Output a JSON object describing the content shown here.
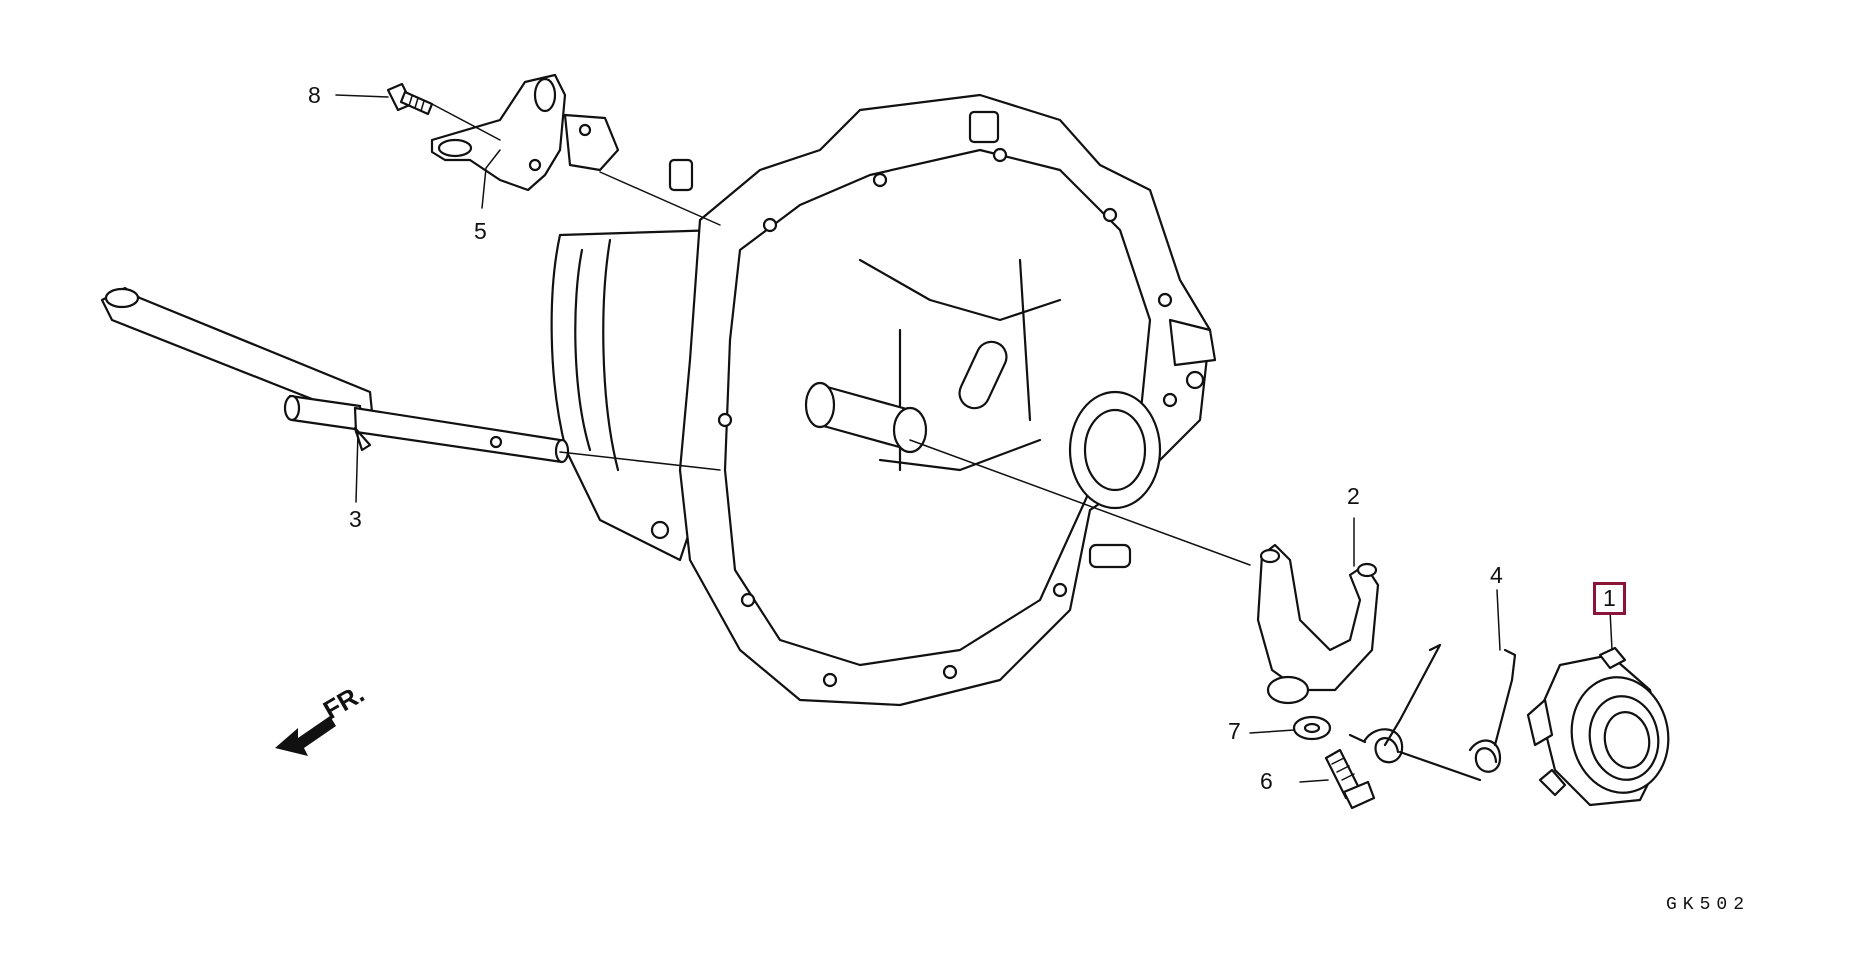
{
  "callouts": [
    {
      "id": "1",
      "label": "1"
    },
    {
      "id": "2",
      "label": "2"
    },
    {
      "id": "3",
      "label": "3"
    },
    {
      "id": "4",
      "label": "4"
    },
    {
      "id": "5",
      "label": "5"
    },
    {
      "id": "6",
      "label": "6"
    },
    {
      "id": "7",
      "label": "7"
    },
    {
      "id": "8",
      "label": "8"
    }
  ],
  "highlighted_callout": "1",
  "highlight_color": "#8b1538",
  "direction_arrow": {
    "label": "FR.",
    "icon": "front-direction-arrow-icon"
  },
  "diagram_code": "GK502"
}
